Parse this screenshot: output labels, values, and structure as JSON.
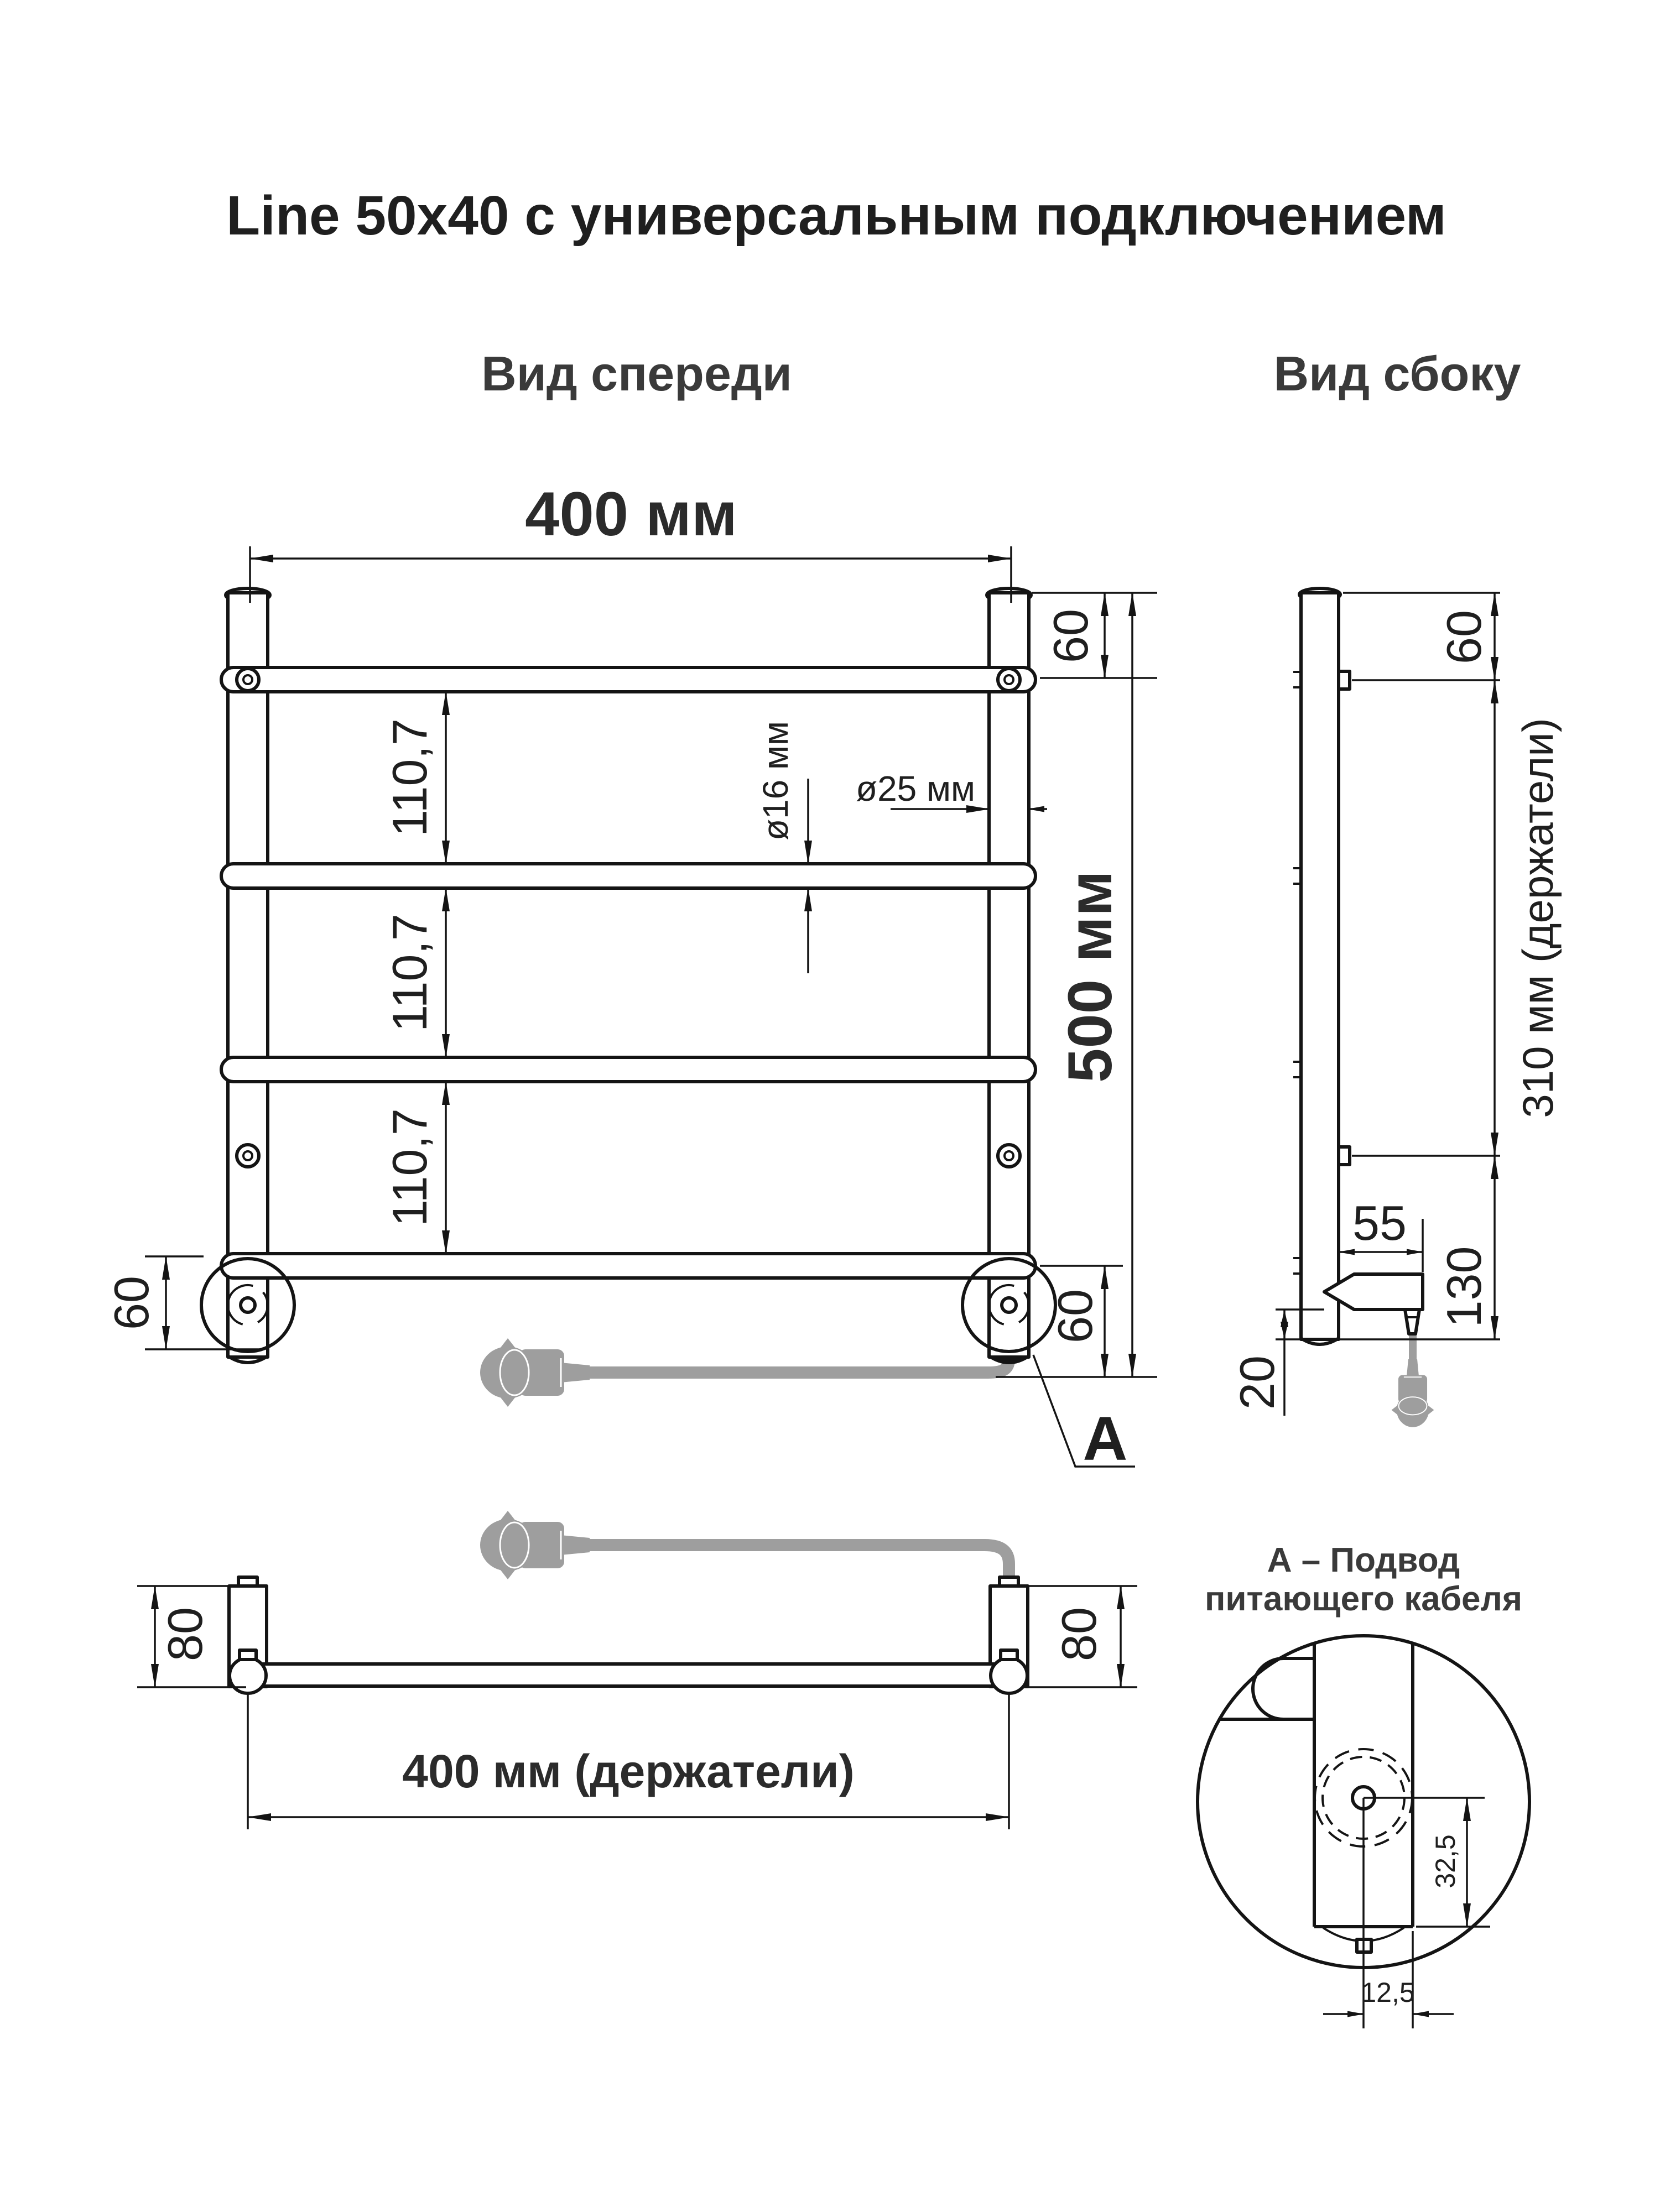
{
  "page": {
    "background": "#ffffff",
    "line_color": "#141414",
    "cable_color": "#9e9e9e"
  },
  "title": "Line 50x40 с универсальным подключением",
  "views": {
    "front": {
      "label": "Вид спереди",
      "dim_width": "400 мм",
      "dim_height": "500 мм",
      "dim_top_offset": "60",
      "dim_gap_1": "110,7",
      "dim_gap_2": "110,7",
      "dim_gap_3": "110,7",
      "dim_tube_diameter": "ø16 мм",
      "dim_post_diameter": "ø25 мм",
      "dim_bracket_left": "60",
      "dim_bracket_right": "60",
      "callout": "А"
    },
    "side": {
      "label": "Вид сбоку",
      "dim_top_offset": "60",
      "dim_holders_span": "310 мм (держатели)",
      "dim_foot_depth": "55",
      "dim_bottom_height": "130",
      "dim_cable_offset": "20"
    },
    "bottom": {
      "dim_holder_left": "80",
      "dim_holder_right": "80",
      "dim_holders_width": "400 мм (держатели)"
    },
    "detail": {
      "label_line1": "А – Подвод",
      "label_line2": "питающего кабеля",
      "dim_axis_to_bottom": "32,5",
      "dim_axis_to_edge": "12,5"
    }
  }
}
